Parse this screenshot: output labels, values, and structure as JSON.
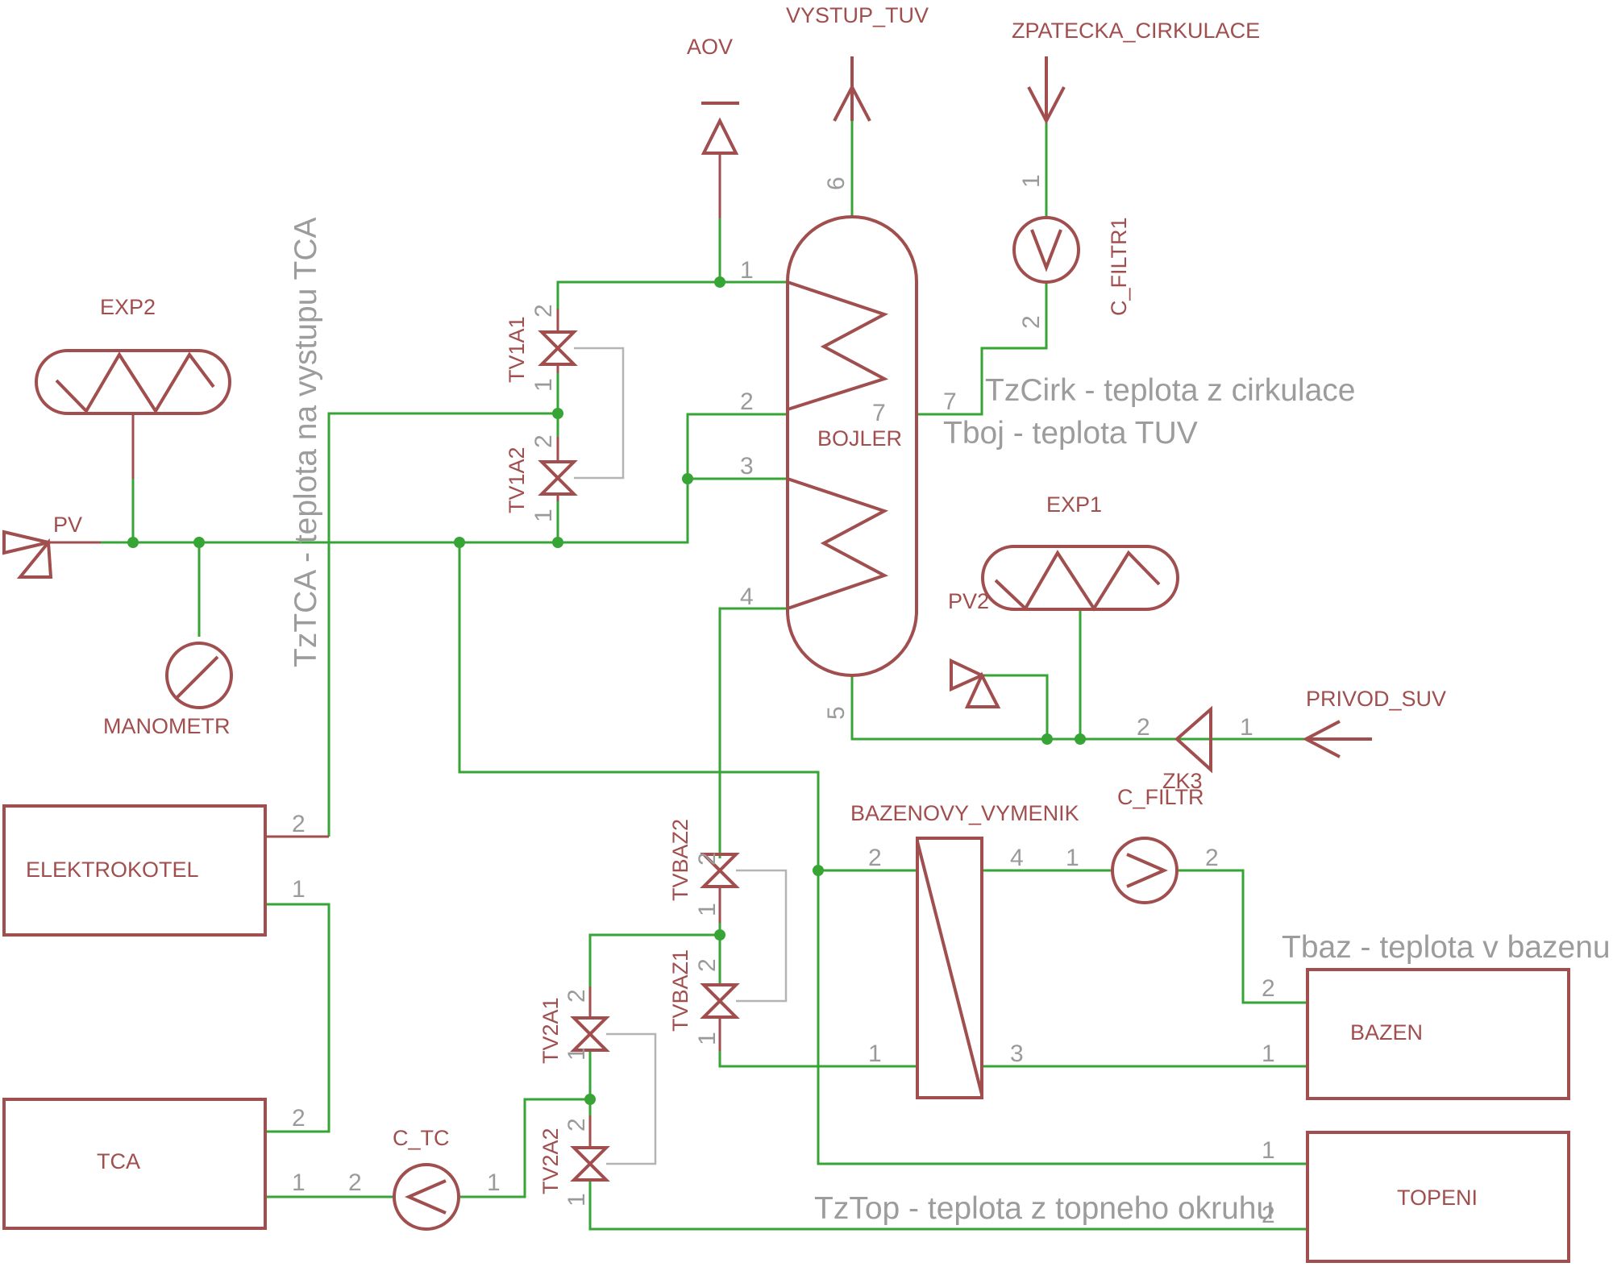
{
  "colors": {
    "symbol": "#a04e4e",
    "wire": "#36a536",
    "pin_number": "#9a9a9a",
    "note": "#9c9c9c",
    "link": "#b4b4b4"
  },
  "labels": {
    "aov": "AOV",
    "vystup_tuv": "VYSTUP_TUV",
    "zpatecka_cirkulace": "ZPATECKA_CIRKULACE",
    "exp2": "EXP2",
    "exp1": "EXP1",
    "pv": "PV",
    "pv2": "PV2",
    "manometr": "MANOMETR",
    "bojler": "BOJLER",
    "c_filtr1": "C_FILTR1",
    "tv1a1": "TV1A1",
    "tv1a2": "TV1A2",
    "privod_suv": "PRIVOD_SUV",
    "zk3": "ZK3",
    "c_filtr": "C_FILTR",
    "bazenovy_vymenik": "BAZENOVY_VYMENIK",
    "elektrokotel": "ELEKTROKOTEL",
    "tca": "TCA",
    "c_tc": "C_TC",
    "tvbaz2": "TVBAZ2",
    "tvbaz1": "TVBAZ1",
    "tv2a1": "TV2A1",
    "tv2a2": "TV2A2",
    "bazen": "BAZEN",
    "topeni": "TOPENI"
  },
  "notes": {
    "tztca": "TzTCA - teplota na vystupu TCA",
    "tzcirk": "TzCirk - teplota z cirkulace",
    "tboj": "Tboj - teplota TUV",
    "tbaz": "Tbaz - teplota v bazenu",
    "tztop": "TzTop - teplota z topneho okruhu"
  },
  "pins": {
    "bojler_1": "1",
    "bojler_2": "2",
    "bojler_3": "3",
    "bojler_4": "4",
    "bojler_5": "5",
    "bojler_6": "6",
    "bojler_7a": "7",
    "bojler_7b": "7",
    "filtr1_1": "1",
    "filtr1_2": "2",
    "tv1a1_2": "2",
    "tv1a1_1": "1",
    "tv1a2_2": "2",
    "tv1a2_1": "1",
    "zk3_2": "2",
    "zk3_1": "1",
    "vym_2": "2",
    "vym_4": "4",
    "vym_1": "1",
    "vym_3": "3",
    "cf_1": "1",
    "cf_2": "2",
    "ek_2": "2",
    "ek_1": "1",
    "tca_2": "2",
    "tca_1": "1",
    "ctc_2": "2",
    "ctc_1": "1",
    "tvbaz2_2": "2",
    "tvbaz2_1": "1",
    "tvbaz1_2": "2",
    "tvbaz1_1": "1",
    "tv2a1_2": "2",
    "tv2a1_1": "1",
    "tv2a2_2": "2",
    "tv2a2_1": "1",
    "bazen_2": "2",
    "bazen_1": "1",
    "topeni_1": "1",
    "topeni_2": "2"
  }
}
